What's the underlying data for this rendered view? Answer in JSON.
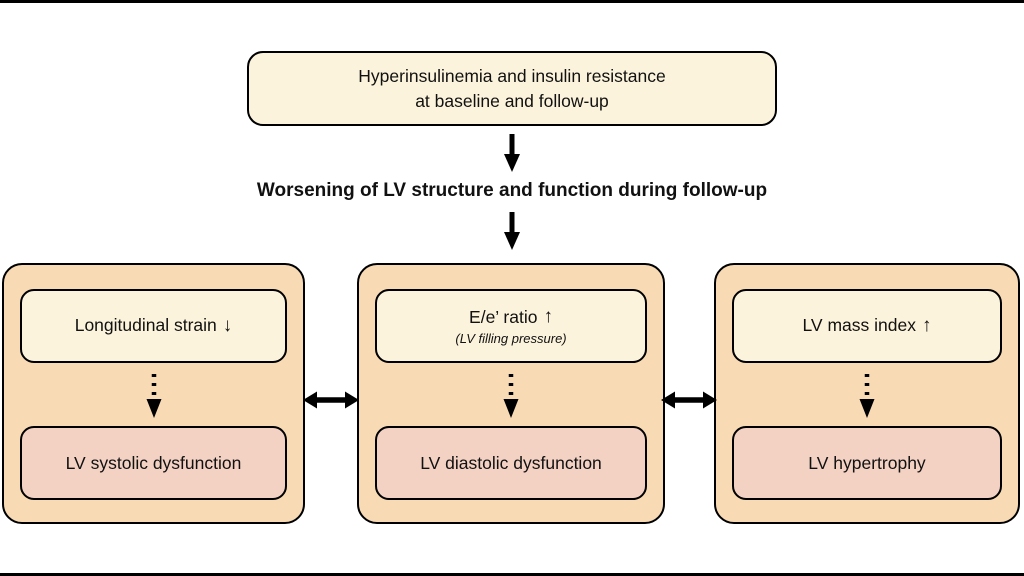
{
  "colors": {
    "cream": "#fcf3dc",
    "peach": "#f8dbb4",
    "pink": "#f3d2c4",
    "line": "#000000"
  },
  "top_box": {
    "line1": "Hyperinsulinemia and insulin resistance",
    "line2": "at baseline and follow-up"
  },
  "heading": "Worsening of LV structure and function during follow-up",
  "panels": [
    {
      "cause": "Longitudinal strain",
      "trend": "↓",
      "effect": "LV systolic dysfunction"
    },
    {
      "cause": "E/e’ ratio",
      "trend": "↑",
      "note": "(LV filling pressure)",
      "effect": "LV diastolic dysfunction"
    },
    {
      "cause": "LV mass index",
      "trend": "↑",
      "effect": "LV hypertrophy"
    }
  ]
}
